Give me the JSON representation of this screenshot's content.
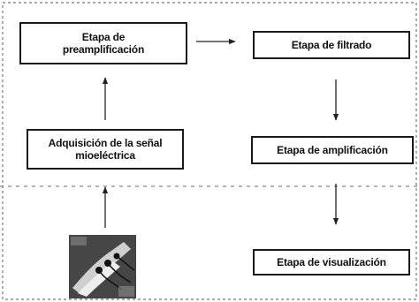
{
  "diagram": {
    "boxes": {
      "preamplificacion": {
        "line1": "Etapa de",
        "line2": "preamplificación"
      },
      "filtrado": {
        "label": "Etapa de filtrado"
      },
      "adquisicion": {
        "line1": "Adquisición de la señal",
        "line2": "mioeléctrica"
      },
      "amplificacion": {
        "label": "Etapa de amplificación"
      },
      "visualizacion": {
        "label": "Etapa de visualización"
      }
    },
    "image": {
      "icon": "forearm-electrode-photo"
    }
  }
}
